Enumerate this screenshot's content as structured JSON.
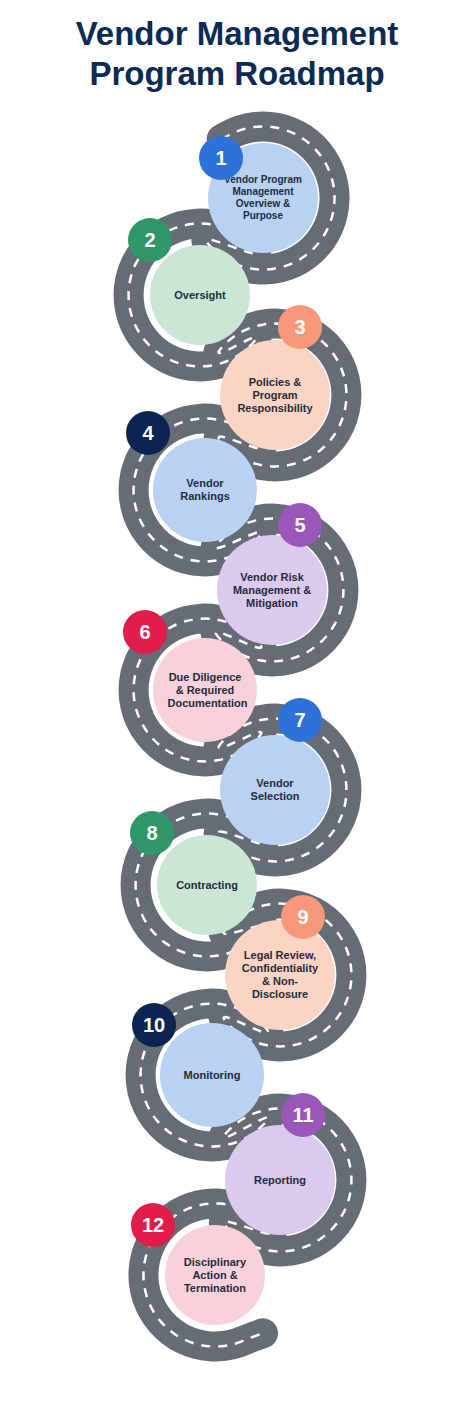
{
  "diagram": {
    "title": "Vendor Management Program Roadmap",
    "nodes": [
      {
        "text": [
          "1",
          "Vendor Program Management Overview & Purpose"
        ]
      },
      {
        "text": [
          "2",
          "Oversight"
        ]
      },
      {
        "text": [
          "3",
          "Policies & Program Responsibility"
        ]
      },
      {
        "text": [
          "4",
          "Vendor Rankings"
        ]
      },
      {
        "text": [
          "5",
          "Vendor Risk Management & Mitigation"
        ]
      },
      {
        "text": [
          "6",
          "Due Diligence & Required Documentation"
        ]
      },
      {
        "text": [
          "7",
          "Vendor Selection"
        ]
      },
      {
        "text": [
          "8",
          "Contracting"
        ]
      },
      {
        "text": [
          "9",
          "Legal Review, Confidentiality & Non-Disclosure"
        ]
      },
      {
        "text": [
          "10",
          "Monitoring"
        ]
      },
      {
        "text": [
          "11",
          "Reporting"
        ]
      },
      {
        "text": [
          "12",
          "Disciplinary Action & Termination"
        ]
      }
    ]
  }
}
